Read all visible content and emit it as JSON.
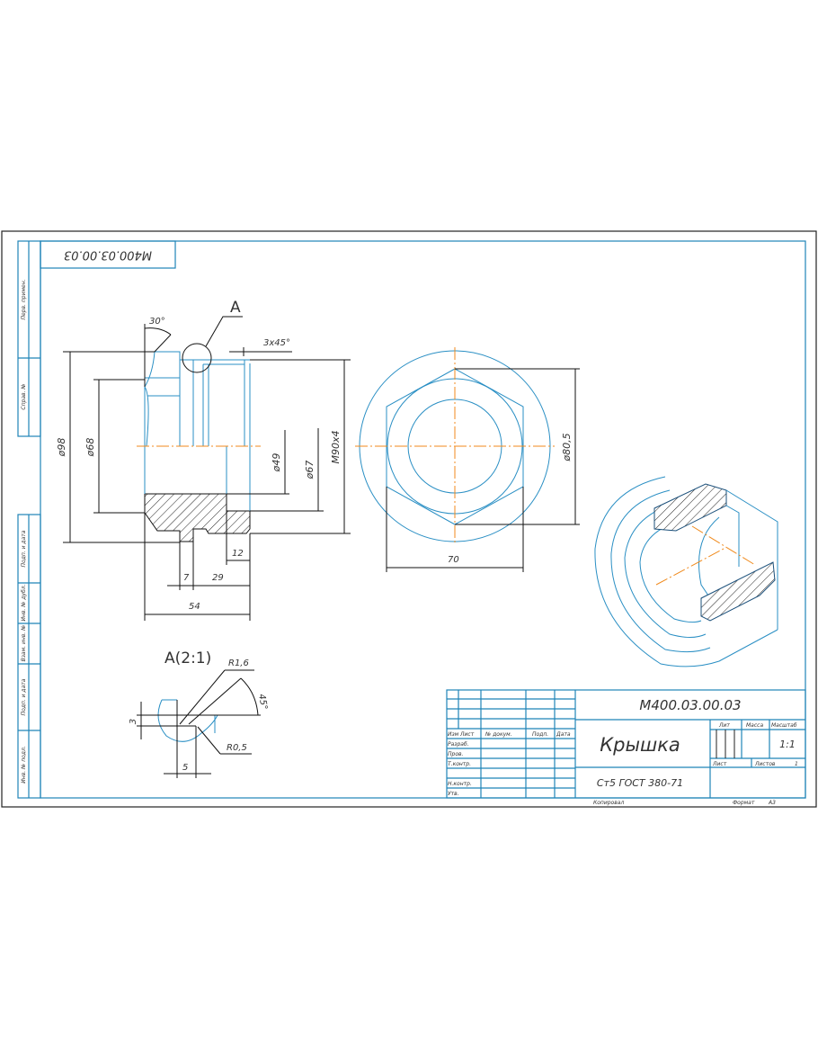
{
  "document_code": "М400.03.00.03",
  "document_code_rotated": "М400.03.00.03",
  "part_name": "Крышка",
  "material": "Ст5 ГОСТ 380-71",
  "scale": "1:1",
  "sheets": "1",
  "labels": {
    "lit": "Лит",
    "mass": "Масса",
    "scale": "Масштаб",
    "sheet": "Лист",
    "sheets": "Листов",
    "copied": "Копировал",
    "format": "Формат",
    "format_value": "А3"
  },
  "title_columns": [
    "Изм",
    "Лист",
    "№ докум.",
    "Подп.",
    "Дата"
  ],
  "title_rows": [
    "Разраб.",
    "Пров.",
    "Т.контр.",
    "Н.контр.",
    "Утв."
  ],
  "side_strip": [
    "Перв. примен.",
    "Справ. №",
    "Подп. и дата",
    "Инв. № дубл.",
    "Взам. инв. №",
    "Подп. и дата",
    "Инв. № подл."
  ],
  "dimensions": {
    "d98": "ø98",
    "d68": "ø68",
    "d49": "ø49",
    "d67": "ø67",
    "m90": "М90х4",
    "angle30": "30°",
    "chamfer": "3х45°",
    "l12": "12",
    "l7": "7",
    "l29": "29",
    "l54": "54",
    "d80_5": "ø80,5",
    "w70": "70",
    "view_a": "А",
    "detail_title": "А(2:1)",
    "r1_6": "R1,6",
    "r0_5": "R0,5",
    "angle45": "45°",
    "h3": "3",
    "w5": "5"
  }
}
